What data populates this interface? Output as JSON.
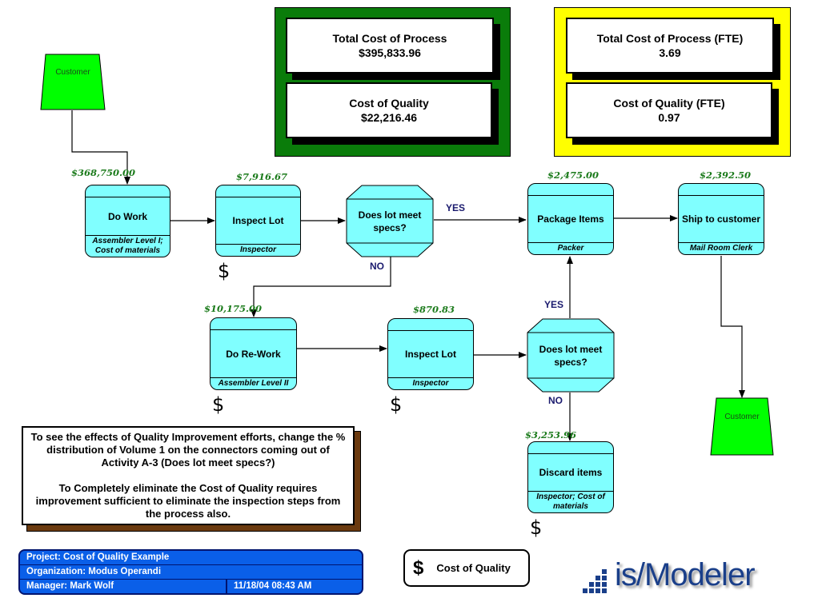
{
  "summary": {
    "cost_panel": {
      "color": "#0a7c0a",
      "metrics": [
        {
          "label": "Total Cost of Process",
          "value": "$395,833.96"
        },
        {
          "label": "Cost of Quality",
          "value": "$22,216.46"
        }
      ]
    },
    "fte_panel": {
      "color": "#ffff00",
      "metrics": [
        {
          "label": "Total Cost of Process (FTE)",
          "value": "3.69"
        },
        {
          "label": "Cost of Quality (FTE)",
          "value": "0.97"
        }
      ]
    }
  },
  "externals": [
    {
      "id": "customer-start",
      "label": "Customer",
      "color": "#00ff00"
    },
    {
      "id": "customer-end",
      "label": "Customer",
      "color": "#00ff00"
    }
  ],
  "activities": [
    {
      "id": "do-work",
      "name": "Do Work",
      "role": "Assembler Level I; Cost of materials",
      "cost": "$368,750.00",
      "cost_of_quality": false
    },
    {
      "id": "inspect-lot-1",
      "name": "Inspect Lot",
      "role": "Inspector",
      "cost": "$7,916.67",
      "cost_of_quality": true
    },
    {
      "id": "package-items",
      "name": "Package Items",
      "role": "Packer",
      "cost": "$2,475.00",
      "cost_of_quality": false
    },
    {
      "id": "ship-to-customer",
      "name": "Ship to customer",
      "role": "Mail Room Clerk",
      "cost": "$2,392.50",
      "cost_of_quality": false
    },
    {
      "id": "do-re-work",
      "name": "Do Re-Work",
      "role": "Assembler Level II",
      "cost": "$10,175.00",
      "cost_of_quality": true
    },
    {
      "id": "inspect-lot-2",
      "name": "Inspect Lot",
      "role": "Inspector",
      "cost": "$870.83",
      "cost_of_quality": true
    },
    {
      "id": "discard-items",
      "name": "Discard items",
      "role": "Inspector; Cost of materials",
      "cost": "$3,253.96",
      "cost_of_quality": true
    }
  ],
  "decisions": [
    {
      "id": "decision-1",
      "text": "Does lot meet specs?",
      "yes_label": "YES",
      "no_label": "NO"
    },
    {
      "id": "decision-2",
      "text": "Does lot meet specs?",
      "yes_label": "YES",
      "no_label": "NO"
    }
  ],
  "cost_of_quality_symbol": "$",
  "activity_color": "#80ffff",
  "cost_label_color": "#1a7a1a",
  "note": {
    "paragraph1": "To see the effects of Quality Improvement efforts, change the % distribution of Volume 1 on the connectors coming out of Activity A-3 (Does lot meet specs?)",
    "paragraph2": "To Completely eliminate the Cost of Quality requires improvement sufficient to eliminate the inspection steps from the process also."
  },
  "project_info": {
    "project": "Project:  Cost of Quality Example",
    "organization": "Organization:  Modus Operandi",
    "manager": "Manager:  Mark Wolf",
    "timestamp": "11/18/04 08:43 AM",
    "color": "#0a5fe8"
  },
  "legend": {
    "symbol": "$",
    "label": "Cost of Quality"
  },
  "logo": {
    "text": "is/Modeler"
  }
}
